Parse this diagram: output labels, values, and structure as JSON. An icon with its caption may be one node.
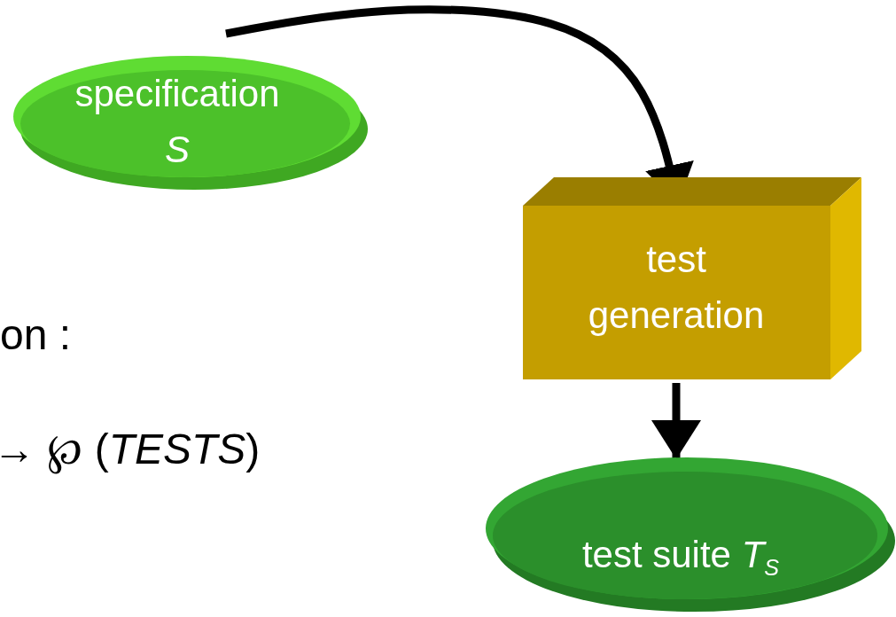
{
  "diagram": {
    "nodes": [
      {
        "text": [
          "specification *S*"
        ]
      },
      {
        "text": [
          "test generation"
        ]
      },
      {
        "text": [
          "test suite *T*$_{S}$"
        ]
      }
    ],
    "edges": [
      {
        "from": 0,
        "to": 1,
        "arrow": "to"
      },
      {
        "from": 1,
        "to": 2,
        "arrow": "to"
      }
    ],
    "labels": [
      "on :",
      "→ ℘ (*TESTS*)"
    ]
  }
}
